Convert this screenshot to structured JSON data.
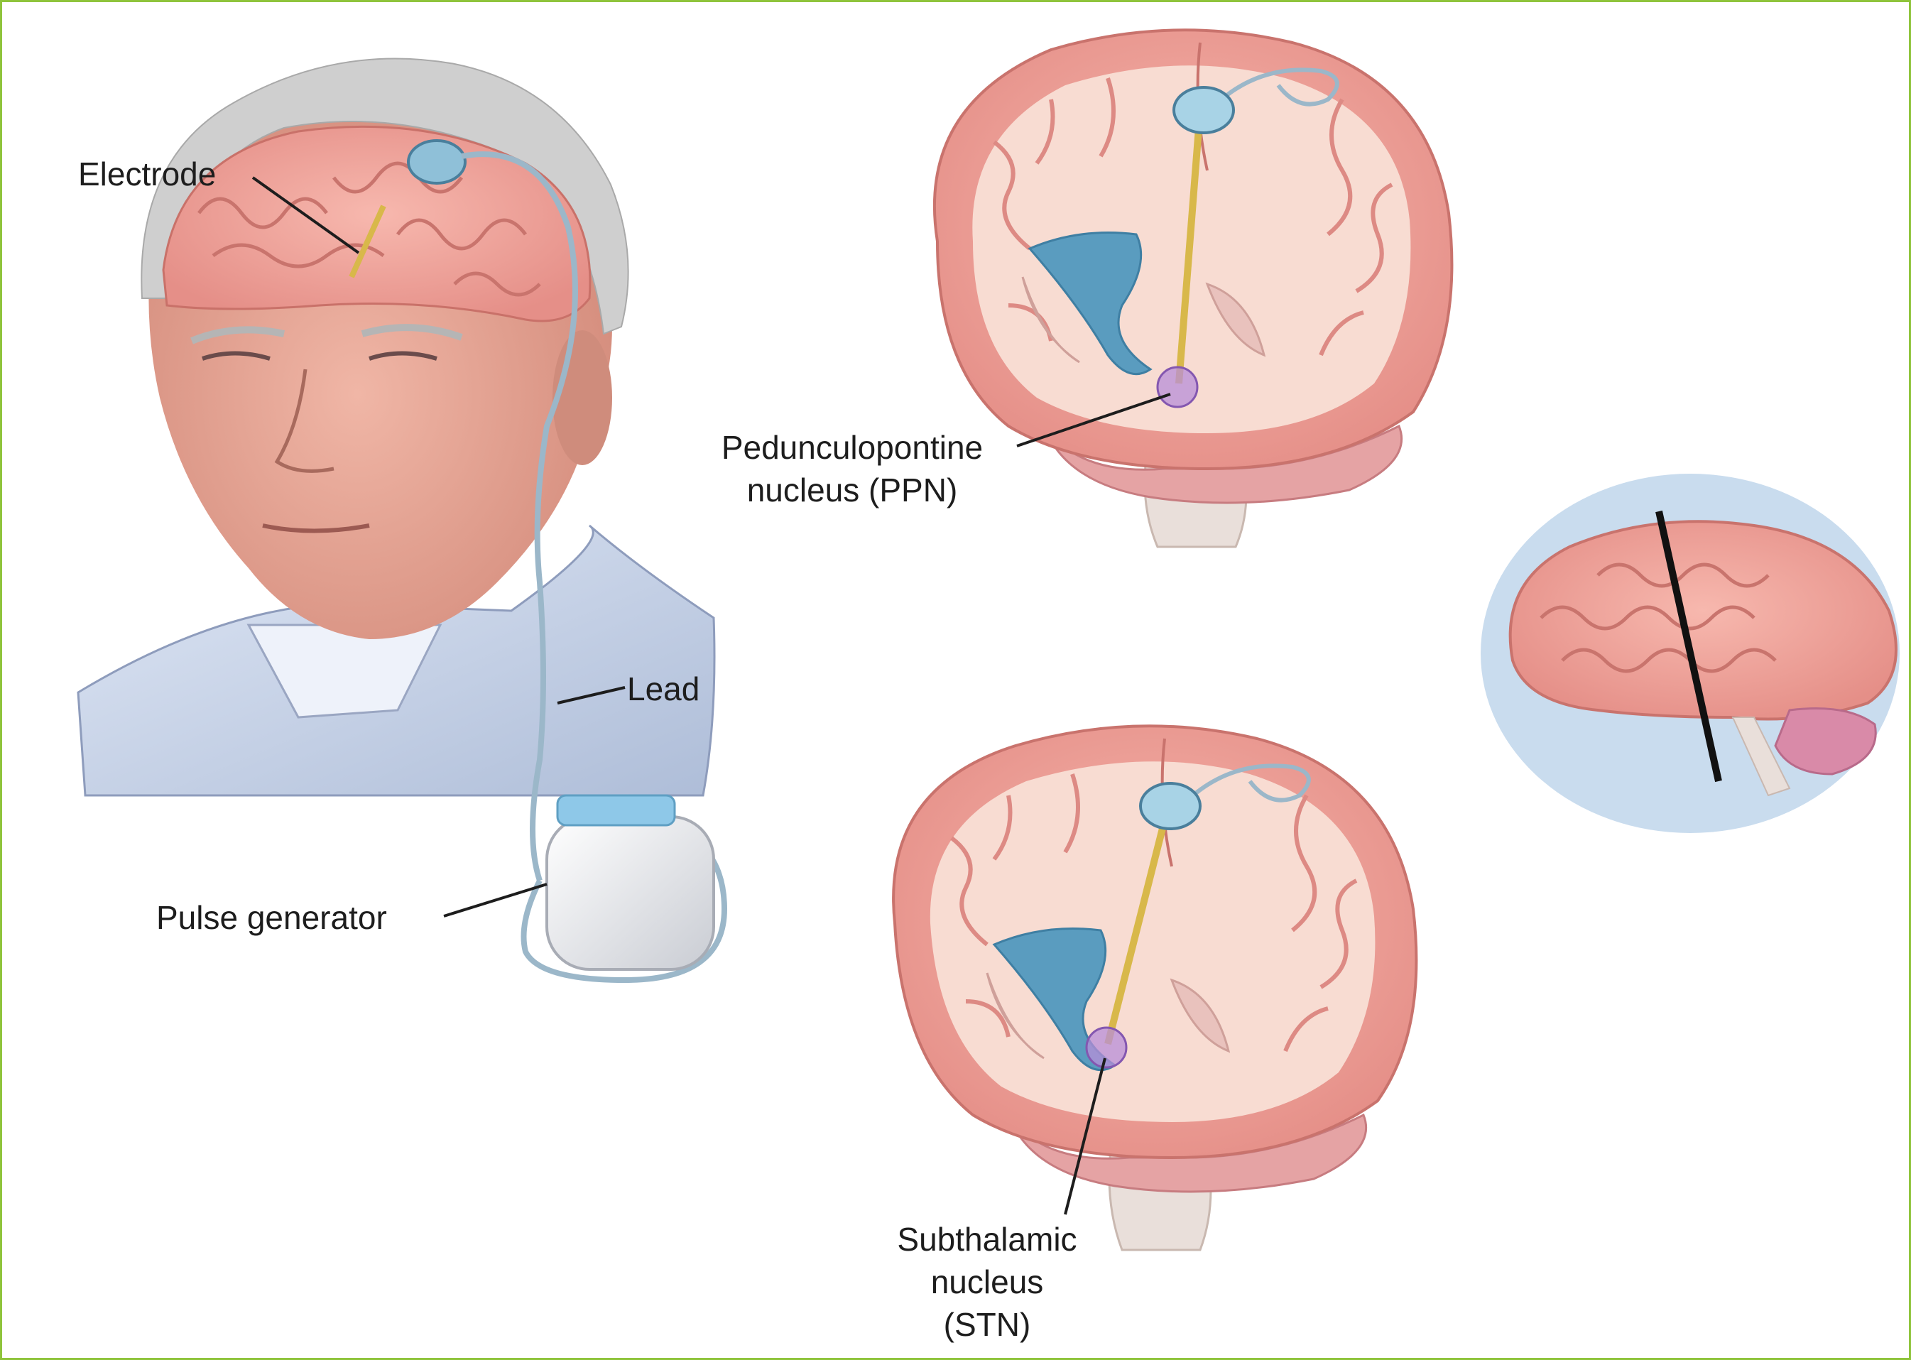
{
  "labels": {
    "electrode": "Electrode",
    "lead": "Lead",
    "pulse_generator": "Pulse generator",
    "ppn_line1": "Pedunculopontine",
    "ppn_line2": "nucleus (PPN)",
    "stn_line1": "Subthalamic",
    "stn_line2": "nucleus",
    "stn_line3": "(STN)"
  },
  "colors": {
    "frame": "#8fc43c",
    "brain": "#f2a8a0",
    "brain_gyri": "#d97f7a",
    "white_matter": "#f8dcd2",
    "ventricle": "#5a9cbf",
    "electrode_wire": "#d8b84a",
    "target_highlight": "#9b6fc8",
    "inset_background": "#c9dcee",
    "shirt": "#cfd9ec",
    "skin": "#e8a898",
    "hair": "#c8c8c8"
  },
  "icons": {
    "patient": "patient-head-illustration",
    "coronal_top": "brain-coronal-section-icon",
    "coronal_bottom": "brain-coronal-section-icon",
    "inset": "brain-lateral-view-icon",
    "generator": "pulse-generator-device-icon"
  }
}
